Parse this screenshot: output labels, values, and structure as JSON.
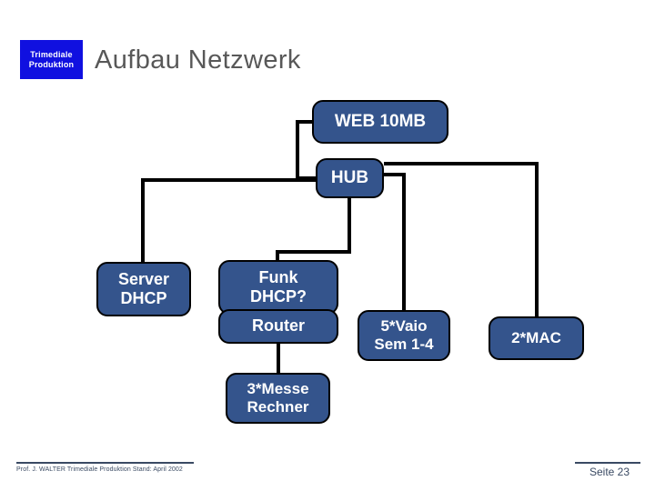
{
  "slide": {
    "logo": {
      "line1": "Trimediale",
      "line2": "Produktion",
      "bg_color": "#1010E0",
      "text_color": "#ffffff"
    },
    "title": "Aufbau Netzwerk",
    "title_color": "#585858"
  },
  "diagram": {
    "node_fill": "#34548C",
    "node_border": "#000000",
    "node_text": "#ffffff",
    "nodes": [
      {
        "id": "web",
        "label": "WEB 10MB",
        "lines": [
          "WEB 10MB"
        ]
      },
      {
        "id": "hub",
        "label": "HUB",
        "lines": [
          "HUB"
        ]
      },
      {
        "id": "server",
        "label": "Server DHCP",
        "lines": [
          "Server",
          "DHCP"
        ]
      },
      {
        "id": "funk",
        "label": "Funk DHCP?",
        "lines": [
          "Funk",
          "DHCP?"
        ]
      },
      {
        "id": "router",
        "label": "Router",
        "lines": [
          "Router"
        ]
      },
      {
        "id": "vaio",
        "label": "5*Vaio Sem 1-4",
        "lines": [
          "5*Vaio",
          "Sem 1-4"
        ]
      },
      {
        "id": "mac",
        "label": "2*MAC",
        "lines": [
          "2*MAC"
        ]
      },
      {
        "id": "messe",
        "label": "3*Messe Rechner",
        "lines": [
          "3*Messe",
          "Rechner"
        ]
      }
    ],
    "connections": [
      {
        "from": "web",
        "to": "hub"
      },
      {
        "from": "hub",
        "to": "server"
      },
      {
        "from": "hub",
        "to": "funk"
      },
      {
        "from": "hub",
        "to": "vaio"
      },
      {
        "from": "hub",
        "to": "mac"
      },
      {
        "from": "router",
        "to": "messe"
      }
    ]
  },
  "footer": {
    "credit": "Prof. J. WALTER   Trimediale Produktion Stand: April 2002",
    "page": "Seite 23",
    "color": "#3A4A63"
  }
}
